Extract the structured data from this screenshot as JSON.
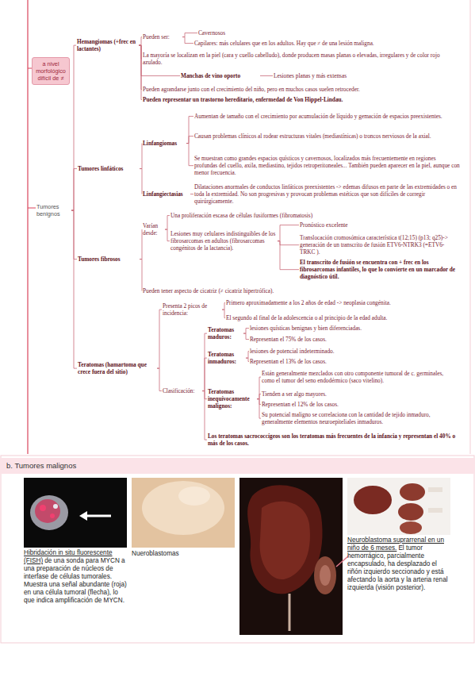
{
  "diagram": {
    "nodes": [
      {
        "text": [
          "a nivel morfológico difícil de ≠"
        ]
      },
      {
        "text": [
          "Tumores benignos"
        ]
      },
      {
        "text": [
          "Hemangiomas (+frec en lactantes)"
        ]
      },
      {
        "text": [
          "Pueden ser:"
        ]
      },
      {
        "text": [
          "Cavernosos"
        ]
      },
      {
        "text": [
          "Capilares: más celulares que en los adultos. Hay que ≠ de una lesión maligna."
        ]
      },
      {
        "text": [
          "La mayoría se localizan en la piel (cara y cuello cabelludo), donde producen masas planas o elevadas, irregulares y de color rojo azulado."
        ]
      },
      {
        "text": [
          "Manchas de vino oporto"
        ]
      },
      {
        "text": [
          "Lesiones planas y más extensas"
        ]
      },
      {
        "text": [
          "Pueden agrandarse junto con el crecimiento del niño, pero en muchos casos suelen retroceder."
        ]
      },
      {
        "text": [
          "Pueden representar un trastorno hereditario, enfermedad de Von Hippel-Lindau."
        ]
      },
      {
        "text": [
          "Tumores linfáticos"
        ]
      },
      {
        "text": [
          "Linfangiomas"
        ]
      },
      {
        "text": [
          "Aumentan de tamaño con el crecimiento por acumulación de líquido y gemación de espacios preexistentes."
        ]
      },
      {
        "text": [
          "Causan problemas clínicos al rodear estructuras vitales (mediastínicas) o troncos nerviosos de la axial."
        ]
      },
      {
        "text": [
          "Se muestran como grandes espacios quísticos y cavernosos, localizados más frecuentemente en regiones profundas del cuello, axila, mediastino, tejidos retroperitoneales... También pueden aparecer en la piel, aunque con menor frecuencia."
        ]
      },
      {
        "text": [
          "Linfangiectasias"
        ]
      },
      {
        "text": [
          "Dilataciones anormales de conductos linfáticos preexistentes -> edemas difusos en parte de las extremidades o en toda la extremidad. No son progresivas y provocan problemas estéticos que son difíciles de corregir quirúrgicamente."
        ]
      },
      {
        "text": [
          "Tumores fibrosos"
        ]
      },
      {
        "text": [
          "Varían desde:"
        ]
      },
      {
        "text": [
          "Una proliferación escasa de células fusiformes (fibromatosis)"
        ]
      },
      {
        "text": [
          "Lesiones muy celulares indistinguibles de los fibrosarcomas en adultos (fibrosarcomas congénitos de la lactancia)."
        ]
      },
      {
        "text": [
          "Pronóstico excelente"
        ]
      },
      {
        "text": [
          "Translocación cromosómica característica t(12;15) (p13; q25)-> generación de un transcrito de fusión ETV6-NTRK3 (=ETV6-TRKC )."
        ]
      },
      {
        "text": [
          "El transcrito de fusión se encuentra con + frec en los fibrosarcomas infantiles, lo que lo convierte en un marcador de diagnóstico útil."
        ]
      },
      {
        "text": [
          "Pueden tener aspecto de cicatriz (≠ cicatriz hipertrófica)."
        ]
      },
      {
        "text": [
          "Teratomas (hamartoma que crece fuera del sitio)"
        ]
      },
      {
        "text": [
          "Presenta 2 picos de incidencia:"
        ]
      },
      {
        "text": [
          "Primero aproximadamente a los 2 años de edad -> neoplasia congénita."
        ]
      },
      {
        "text": [
          "El segundo al final de la adolescencia o al principio de la edad adulta."
        ]
      },
      {
        "text": [
          "Clasificación:"
        ]
      },
      {
        "text": [
          "Teratomas maduros:"
        ]
      },
      {
        "text": [
          "lesiones quísticas benignas y bien diferenciadas."
        ]
      },
      {
        "text": [
          "Representan el 75% de los casos."
        ]
      },
      {
        "text": [
          "Teratomas inmaduros:"
        ]
      },
      {
        "text": [
          "lesiones de potencial indeterminado."
        ]
      },
      {
        "text": [
          "Representan el 13% de los casos."
        ]
      },
      {
        "text": [
          "Teratomas inequívocamente malignos:"
        ]
      },
      {
        "text": [
          "Están generalmente mezclados con otro componente tumoral de c. germinales, como el tumor del seno endodérmico (saco vitelino)."
        ]
      },
      {
        "text": [
          "Tienden a ser algo mayores."
        ]
      },
      {
        "text": [
          "Representan el 12% de los casos."
        ]
      },
      {
        "text": [
          "Su potencial maligno se correlaciona con la cantidad de tejido inmaduro, generalmente elementos neuroepiteliales inmaduros."
        ]
      },
      {
        "text": [
          "Los teratomas sacrococcígeos son los teratomas más frecuentes de la infancia y representan el 40% o más de los casos."
        ]
      },
      {
        "text": [
          "b. Tumores malignos"
        ]
      }
    ],
    "edges": [
      {
        "from": 1,
        "to": 2,
        "arrow": "none"
      },
      {
        "from": 1,
        "to": 11,
        "arrow": "none"
      },
      {
        "from": 1,
        "to": 18,
        "arrow": "none"
      },
      {
        "from": 1,
        "to": 26,
        "arrow": "none"
      },
      {
        "from": 2,
        "to": 3,
        "arrow": "none"
      },
      {
        "from": 2,
        "to": 6,
        "arrow": "none"
      },
      {
        "from": 2,
        "to": 7,
        "arrow": "none"
      },
      {
        "from": 2,
        "to": 9,
        "arrow": "none"
      },
      {
        "from": 2,
        "to": 10,
        "arrow": "none"
      },
      {
        "from": 3,
        "to": 4,
        "arrow": "none"
      },
      {
        "from": 3,
        "to": 5,
        "arrow": "none"
      },
      {
        "from": 7,
        "to": 8,
        "arrow": "none"
      },
      {
        "from": 11,
        "to": 12,
        "arrow": "none"
      },
      {
        "from": 11,
        "to": 16,
        "arrow": "none"
      },
      {
        "from": 12,
        "to": 13,
        "arrow": "none"
      },
      {
        "from": 12,
        "to": 14,
        "arrow": "none"
      },
      {
        "from": 12,
        "to": 15,
        "arrow": "none"
      },
      {
        "from": 16,
        "to": 17,
        "arrow": "none"
      },
      {
        "from": 18,
        "to": 19,
        "arrow": "none"
      },
      {
        "from": 18,
        "to": 25,
        "arrow": "none"
      },
      {
        "from": 19,
        "to": 20,
        "arrow": "none"
      },
      {
        "from": 19,
        "to": 21,
        "arrow": "none"
      },
      {
        "from": 21,
        "to": 22,
        "arrow": "none"
      },
      {
        "from": 21,
        "to": 23,
        "arrow": "none"
      },
      {
        "from": 21,
        "to": 24,
        "arrow": "none"
      },
      {
        "from": 26,
        "to": 27,
        "arrow": "none"
      },
      {
        "from": 26,
        "to": 30,
        "arrow": "none"
      },
      {
        "from": 27,
        "to": 28,
        "arrow": "none"
      },
      {
        "from": 27,
        "to": 29,
        "arrow": "none"
      },
      {
        "from": 30,
        "to": 31,
        "arrow": "none"
      },
      {
        "from": 30,
        "to": 34,
        "arrow": "none"
      },
      {
        "from": 30,
        "to": 37,
        "arrow": "none"
      },
      {
        "from": 30,
        "to": 42,
        "arrow": "none"
      },
      {
        "from": 31,
        "to": 32,
        "arrow": "none"
      },
      {
        "from": 31,
        "to": 33,
        "arrow": "none"
      },
      {
        "from": 34,
        "to": 35,
        "arrow": "none"
      },
      {
        "from": 34,
        "to": 36,
        "arrow": "none"
      },
      {
        "from": 37,
        "to": 38,
        "arrow": "none"
      },
      {
        "from": 37,
        "to": 39,
        "arrow": "none"
      },
      {
        "from": 37,
        "to": 40,
        "arrow": "none"
      },
      {
        "from": 37,
        "to": 41,
        "arrow": "none"
      }
    ],
    "labels": [
      "Hibridación in situ fluorescente (FISH)",
      "de una sonda para MYCN a una preparación de núcleos de interfase de células tumorales. Muestra una señal abundante (roja) en una célula tumoral (flecha), lo que indica amplificación de MYCN.",
      "Nueroblastomas",
      "Neuroblastoma suprarrenal en un niño de 6 meses.",
      "El tumor hemorrágico, parcialmente encapsulado, ha desplazado el riñón izquierdo seccionado y está afectando la aorta y la arteria renal izquierda (visión posterior)."
    ]
  }
}
